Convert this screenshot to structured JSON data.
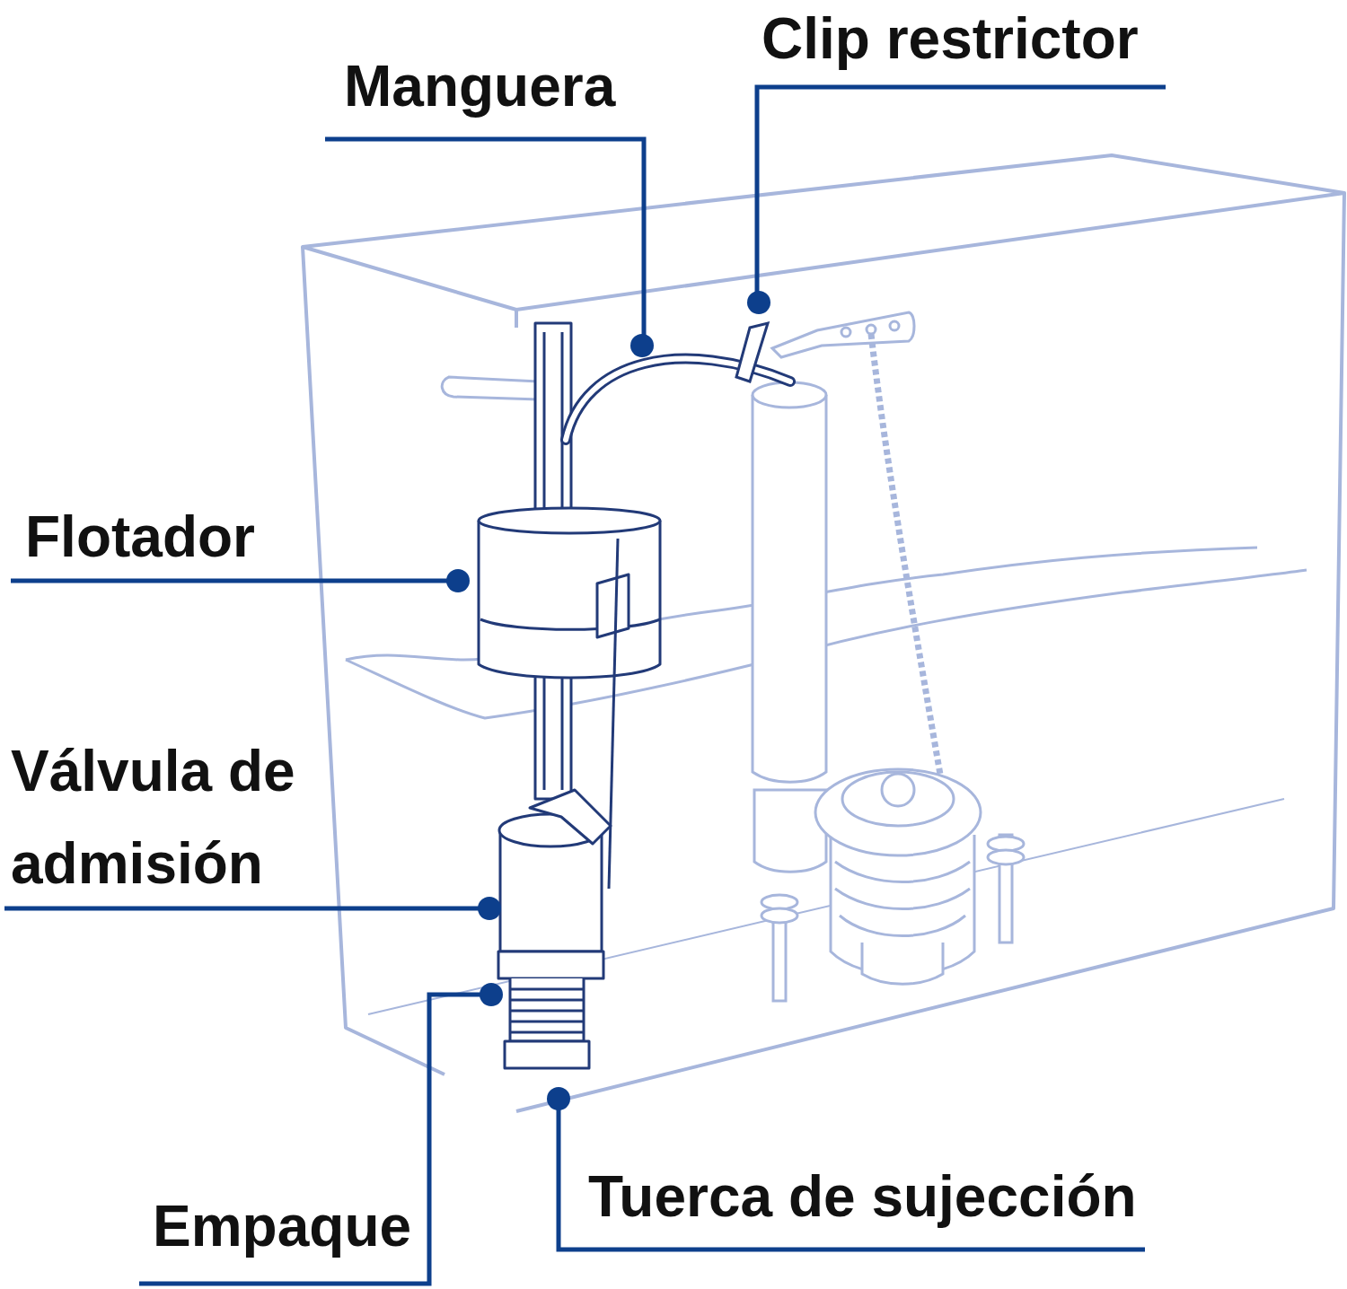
{
  "diagram": {
    "labels": [
      "Clip restrictor",
      "Manguera",
      "Flotador",
      "Válvula de admisión",
      "Empaque",
      "Tuerca de sujección"
    ]
  }
}
